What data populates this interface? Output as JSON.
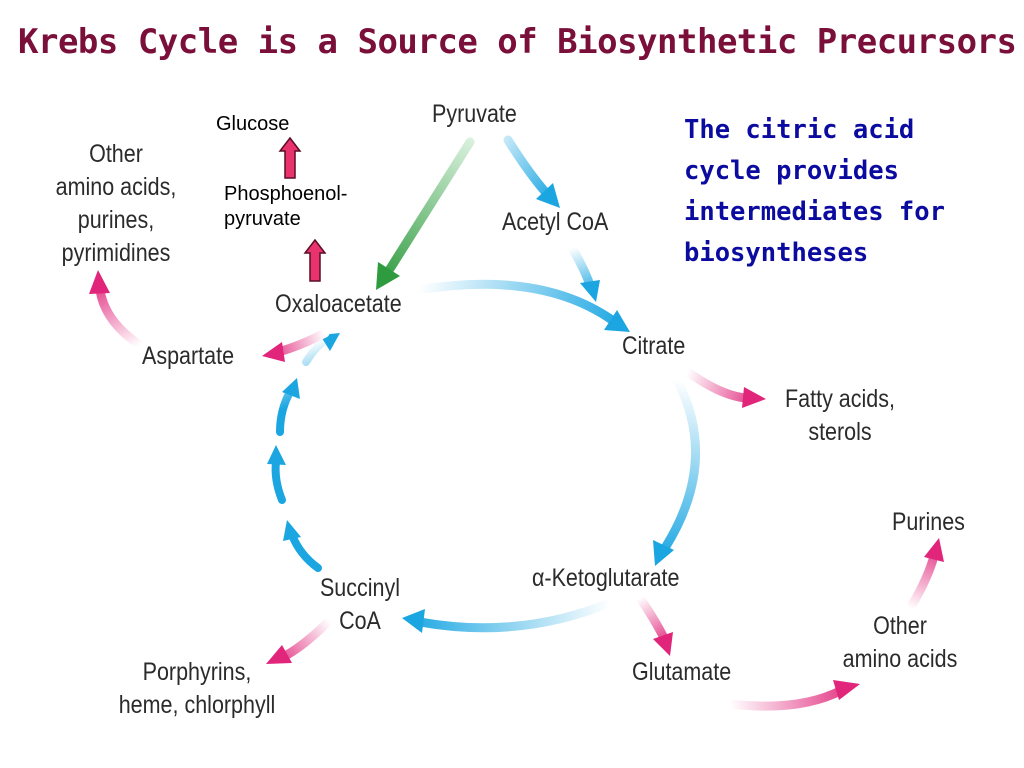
{
  "title": "Krebs Cycle is a Source of Biosynthetic Precursors",
  "side_note": {
    "lines": [
      "The citric acid",
      "cycle provides",
      "intermediates for",
      "biosyntheses"
    ]
  },
  "nodes": {
    "pyruvate": "Pyruvate",
    "acetyl_coa": "Acetyl CoA",
    "oxaloacetate": "Oxaloacetate",
    "citrate": "Citrate",
    "alpha_ketoglutarate": "α-Ketoglutarate",
    "succinyl_coa": [
      "Succinyl",
      "CoA"
    ],
    "aspartate": "Aspartate",
    "other_amino_acids_left": [
      "Other",
      "amino acids,",
      "purines,",
      "pyrimidines"
    ],
    "fatty_acids": [
      "Fatty acids,",
      "sterols"
    ],
    "purines": "Purines",
    "other_amino_acids_right": [
      "Other",
      "amino acids"
    ],
    "glutamate": "Glutamate",
    "porphyrins": [
      "Porphyrins,",
      "heme, chlorphyll"
    ],
    "glucose": "Glucose",
    "phosphoenolpyruvate": [
      "Phosphoenol-",
      "pyruvate"
    ]
  },
  "colors": {
    "title": "#7a0f3a",
    "side_note": "#0b0ba0",
    "cycle_arrow": "#1ba6e2",
    "biosynthesis_arrow": "#e0257a",
    "anaplerotic_arrow": "#2e9b3f",
    "up_arrow_fill": "#e8336e"
  }
}
